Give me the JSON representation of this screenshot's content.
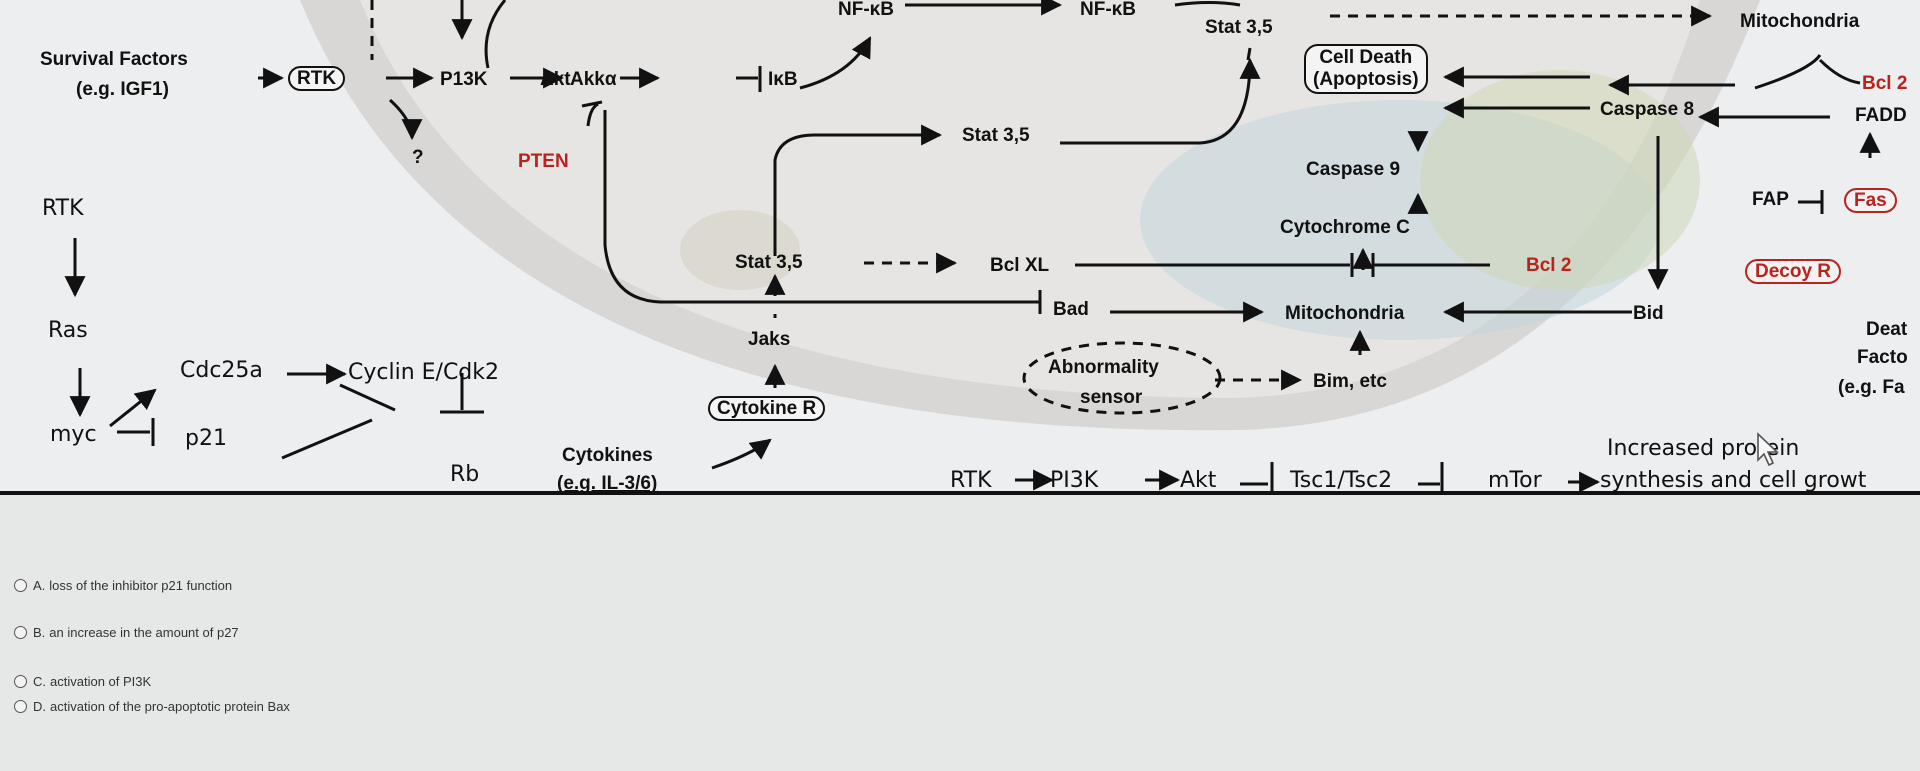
{
  "diagram": {
    "top": {
      "nfkb_left": "NF-κB",
      "nfkb_right": "NF-κB",
      "stat_top": "Stat 3,5",
      "mitochondria_top": "Mitochondria",
      "survival_factors": "Survival Factors",
      "survival_example": "(e.g. IGF1)",
      "rtk_boxed": "RTK",
      "p13k": "P13K",
      "akt": "Akt",
      "akka": "Akkα",
      "ikb": "IκB",
      "question": "?",
      "pten": "PTEN",
      "stat_mid": "Stat 3,5",
      "cell_death": "Cell Death",
      "apoptosis": "(Apoptosis)",
      "caspase9": "Caspase 9",
      "cytochrome_c": "Cytochrome C",
      "caspase8": "Caspase 8",
      "bcl2_top": "Bcl 2",
      "fadd": "FADD",
      "fap": "FAP",
      "fas": "Fas",
      "bcl2_mid": "Bcl 2",
      "decoy_r": "Decoy R",
      "stat_low": "Stat 3,5",
      "bclxl": "Bcl XL",
      "bad": "Bad",
      "mitochondria_mid": "Mitochondria",
      "bid": "Bid",
      "jaks": "Jaks",
      "abnormality": "Abnormality",
      "sensor": "sensor",
      "bim": "Bim, etc",
      "death_factors_1": "Deat",
      "death_factors_2": "Facto",
      "death_factors_3": "(e.g. Fa",
      "cytokine_r": "Cytokine R",
      "cytokines": "Cytokines",
      "cytokines_example": "(e.g. IL-3/6)"
    },
    "hand": {
      "rtk": "RTK",
      "ras": "Ras",
      "myc": "myc",
      "p21": "p21",
      "cdc25a": "Cdc25a",
      "cyclin": "Cyclin E/Cdk2",
      "rb": "Rb",
      "rtk2": "RTK",
      "pi3k": "PI3K",
      "akt2": "Akt",
      "tsc": "Tsc1/Tsc2",
      "mtor": "mTor",
      "synthesis": "synthesis and cell growt",
      "increased": "Increased protein"
    }
  },
  "choices": [
    {
      "letter": "A.",
      "text": "loss of the inhibitor p21 function"
    },
    {
      "letter": "B.",
      "text": "an increase in the amount of p27"
    },
    {
      "letter": "C.",
      "text": "activation of PI3K"
    },
    {
      "letter": "D.",
      "text": "activation of the pro-apoptotic protein Bax"
    }
  ],
  "colors": {
    "accent_red": "#b8231d",
    "ink": "#111111"
  },
  "icons": {
    "cursor": "mouse-pointer-icon"
  }
}
